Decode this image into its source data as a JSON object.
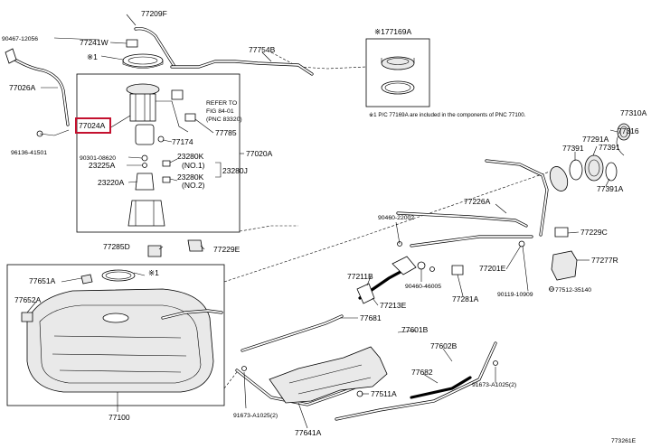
{
  "diagram": {
    "part_labels": {
      "p77209F": "77209F",
      "p90467": "90467-12056",
      "p77241W": "77241W",
      "p77754B": "77754B",
      "p_star1": "※1",
      "p77026A": "77026A",
      "p77024A": "77024A",
      "p77174": "77174",
      "p77785": "77785",
      "p77020A": "77020A",
      "p96136": "96136-41501",
      "p90301": "90301-08620",
      "p23225A": "23225A",
      "p23280K1": "23280K",
      "p23280K2": "23280K",
      "p23280J": "23280J",
      "p23220A": "23220A",
      "p77169A": "※177169A",
      "p77310A": "77310A",
      "p77316": "77316",
      "p77391a": "77391",
      "p77291A": "77291A",
      "p77391b": "77391",
      "p77391A": "77391A",
      "p77226A": "77226A",
      "p90460a": "90460-22002",
      "p77229C": "77229C",
      "p77285D": "77285D",
      "p77229E": "77229E",
      "p77201E": "77201E",
      "p77277R": "77277R",
      "p77211B": "77211B",
      "p90460b": "90460-46005",
      "p90119": "90119-10909",
      "p77512": "77512-35140",
      "p77651A": "77651A",
      "p_star2": "※1",
      "p77652A": "77652A",
      "p77213E": "77213E",
      "p77281A": "77281A",
      "p77681": "77681",
      "p77601B": "77601B",
      "p77602B": "77602B",
      "p77682": "77682",
      "p91673a": "91673-A1025(2)",
      "p77511A": "77511A",
      "p91673b": "91673-A1025(2)",
      "p77100": "77100",
      "p77641A": "77641A"
    },
    "refer_note": [
      "REFER TO",
      "FIG 84-01",
      "(PNC 83320)"
    ],
    "no1": "(NO.1)",
    "no2": "(NO.2)",
    "inset_note": "※1 P/C 77169A are included in the components of PNC 77100.",
    "figure_code": "773261E"
  }
}
